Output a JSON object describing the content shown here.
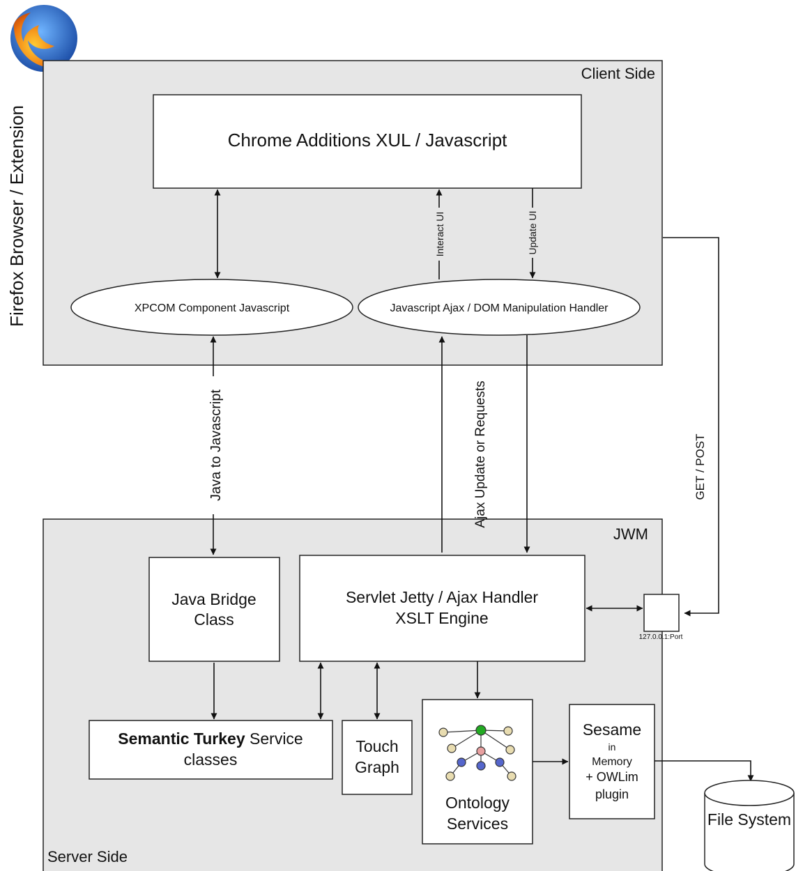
{
  "side_label": "Firefox Browser / Extension",
  "client": {
    "title": "Client Side",
    "chrome_box": "Chrome Additions XUL / Javascript",
    "xpcom": "XPCOM Component Javascript",
    "ajax_handler": "Javascript Ajax / DOM Manipulation Handler",
    "interact_ui": "Interact UI",
    "update_ui": "Update UI"
  },
  "connectors": {
    "java_to_js": "Java to Javascript",
    "ajax_update": "Ajax Update or Requests",
    "get_post": "GET / POST",
    "port": "127.0.0.1:Port"
  },
  "server": {
    "jwm": "JWM",
    "server_side": "Server Side",
    "java_bridge_line1": "Java Bridge",
    "java_bridge_line2": "Class",
    "servlet_line1": "Servlet Jetty / Ajax Handler",
    "servlet_line2": "XSLT Engine",
    "semantic_bold": "Semantic Turkey",
    "semantic_rest": " Service",
    "semantic_line2": "classes",
    "touch_line1": "Touch",
    "touch_line2": "Graph",
    "ontology_line1": "Ontology",
    "ontology_line2": "Services",
    "sesame": "Sesame",
    "sesame_in": "in",
    "sesame_memory": "Memory",
    "sesame_owlim": "+ OWLim",
    "sesame_plugin": "plugin"
  },
  "file_system": "File System",
  "colors": {
    "panel_fill": "#e6e6e6",
    "stroke": "#222222",
    "node_green": "#22aa22",
    "node_blue": "#5566cc",
    "node_pink": "#e8a0a0",
    "node_tan": "#e8dcb0"
  }
}
